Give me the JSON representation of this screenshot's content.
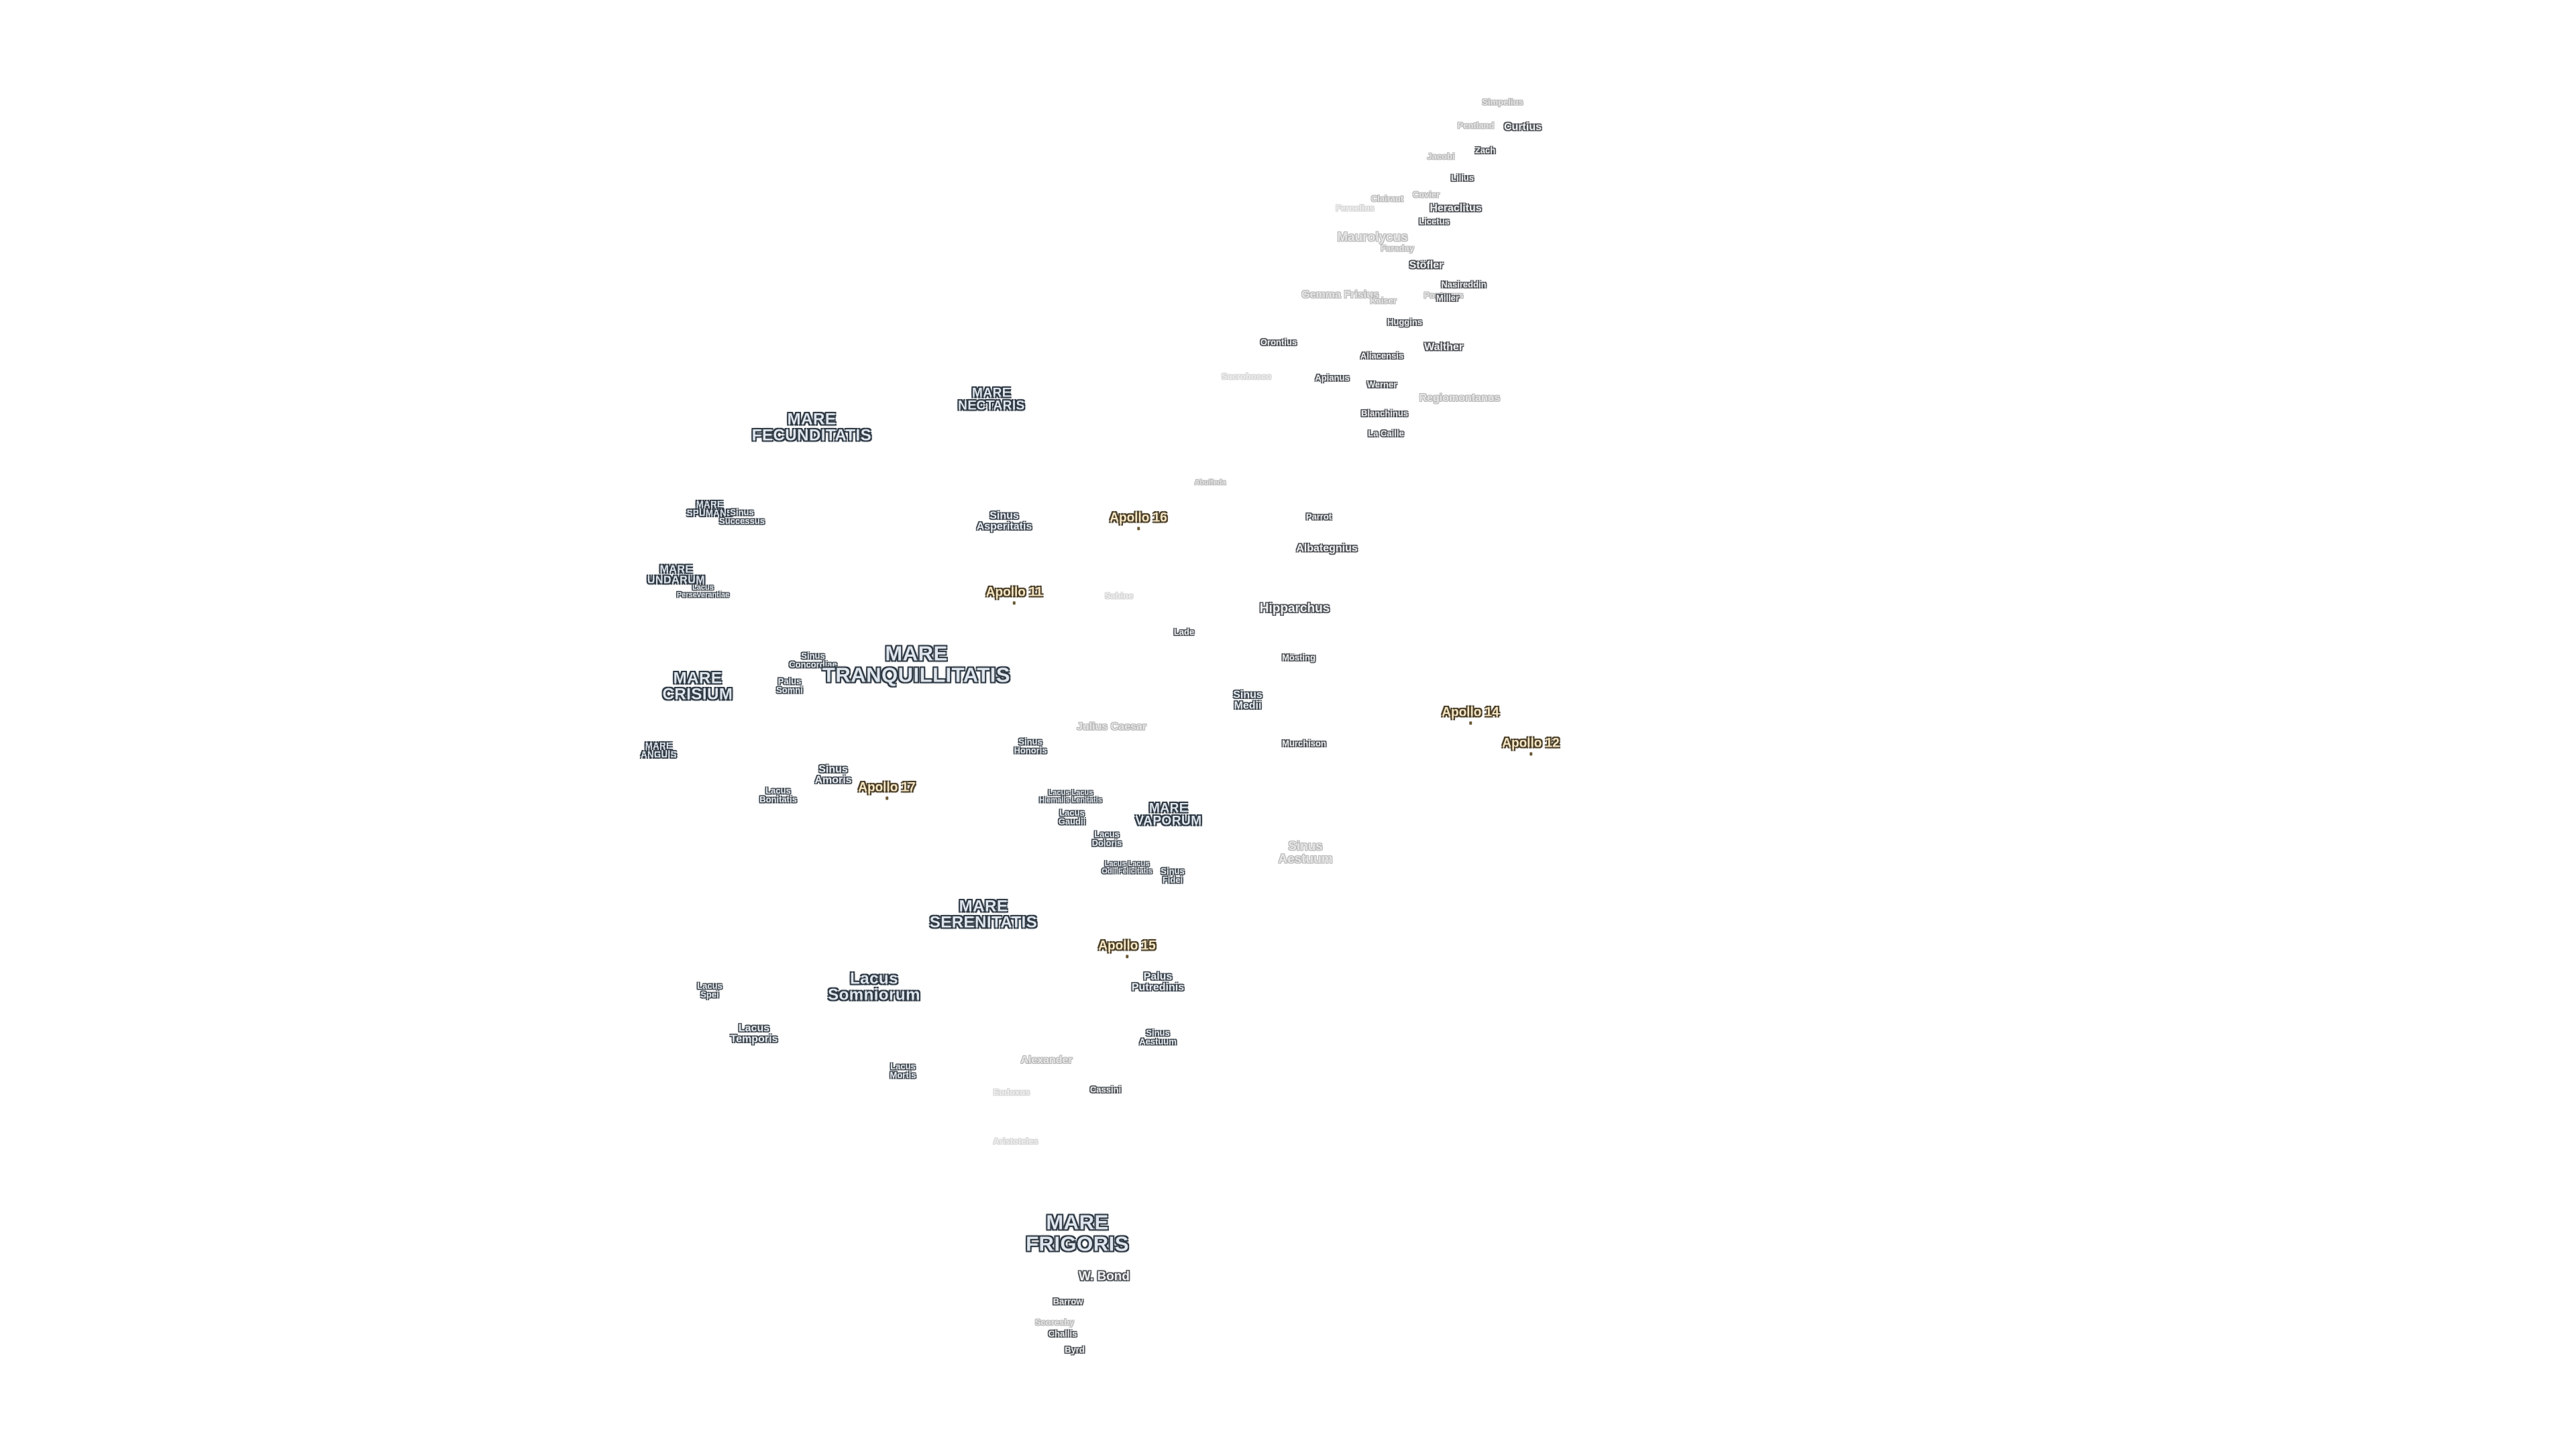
{
  "map": {
    "labels": [
      {
        "text": "Simpelius",
        "kind": "faded"
      },
      {
        "text": "Pentland",
        "kind": "faded"
      },
      {
        "text": "Curtius",
        "kind": "crater"
      },
      {
        "text": "Zach",
        "kind": "crater"
      },
      {
        "text": "Jacobi",
        "kind": "faded"
      },
      {
        "text": "Lilius",
        "kind": "crater"
      },
      {
        "text": "Cuvier",
        "kind": "faded"
      },
      {
        "text": "Clairaut",
        "kind": "faded"
      },
      {
        "text": "Heraclitus",
        "kind": "crater"
      },
      {
        "text": "Fernelius",
        "kind": "ghost"
      },
      {
        "text": "Licetus",
        "kind": "crater"
      },
      {
        "text": "Maurolycus",
        "kind": "faded"
      },
      {
        "text": "Faraday",
        "kind": "faded"
      },
      {
        "text": "Stöfler",
        "kind": "crater"
      },
      {
        "text": "Nasireddin",
        "kind": "crater"
      },
      {
        "text": "Gemma Frisius",
        "kind": "faded"
      },
      {
        "text": "Kaiser",
        "kind": "faded"
      },
      {
        "text": "Pontanus",
        "kind": "faded"
      },
      {
        "text": "Huggins",
        "kind": "crater"
      },
      {
        "text": "Miller",
        "kind": "crater"
      },
      {
        "text": "Orontius",
        "kind": "crater"
      },
      {
        "text": "Walther",
        "kind": "crater"
      },
      {
        "text": "Aliacensis",
        "kind": "crater"
      },
      {
        "text": "Sacrobosco",
        "kind": "ghost"
      },
      {
        "text": "Apianus",
        "kind": "crater"
      },
      {
        "text": "Werner",
        "kind": "crater"
      },
      {
        "text": "Regiomontanus",
        "kind": "faded"
      },
      {
        "text": "Blanchinus",
        "kind": "crater"
      },
      {
        "text": "La Caille",
        "kind": "crater"
      },
      {
        "text": "Abulfeda",
        "kind": "faded"
      },
      {
        "text": "MARE\nNECTARIS",
        "kind": "mare"
      },
      {
        "text": "MARE\nFECUNDITATIS",
        "kind": "mare"
      },
      {
        "text": "MARE\nSPUMANS",
        "kind": "mare"
      },
      {
        "text": "Sinus\nSuccessus",
        "kind": "feature"
      },
      {
        "text": "Sinus\nAsperitatis",
        "kind": "feature"
      },
      {
        "text": "Apollo 16",
        "kind": "apollo"
      },
      {
        "text": "Parrot",
        "kind": "crater"
      },
      {
        "text": "Albategnius",
        "kind": "crater"
      },
      {
        "text": "MARE\nUNDARUM",
        "kind": "mare"
      },
      {
        "text": "Lacus\nPerseverantiae",
        "kind": "feature"
      },
      {
        "text": "Apollo 11",
        "kind": "apollo"
      },
      {
        "text": "Sabine",
        "kind": "ghost"
      },
      {
        "text": "Hipparchus",
        "kind": "crater"
      },
      {
        "text": "Lade",
        "kind": "crater"
      },
      {
        "text": "Sinus\nConcordiae",
        "kind": "feature"
      },
      {
        "text": "MARE\nTRANQUILLITATIS",
        "kind": "mare"
      },
      {
        "text": "Mösting",
        "kind": "crater"
      },
      {
        "text": "MARE\nCRISIUM",
        "kind": "mare"
      },
      {
        "text": "Palus\nSomni",
        "kind": "feature"
      },
      {
        "text": "Sinus\nMedii",
        "kind": "feature"
      },
      {
        "text": "Apollo 14",
        "kind": "apollo"
      },
      {
        "text": "Julius Caesar",
        "kind": "faded"
      },
      {
        "text": "Sinus\nHonoris",
        "kind": "feature"
      },
      {
        "text": "Murchison",
        "kind": "crater"
      },
      {
        "text": "Apollo 12",
        "kind": "apollo"
      },
      {
        "text": "MARE\nANGUIS",
        "kind": "mare"
      },
      {
        "text": "Sinus\nAmoris",
        "kind": "feature"
      },
      {
        "text": "Apollo 17",
        "kind": "apollo"
      },
      {
        "text": "Lacus\nBonitatis",
        "kind": "feature"
      },
      {
        "text": "Lacus Lacus\nHiemalis Lenitatis",
        "kind": "feature"
      },
      {
        "text": "MARE\nVAPORUM",
        "kind": "mare"
      },
      {
        "text": "Lacus\nGaudii",
        "kind": "feature"
      },
      {
        "text": "Lacus\nDoloris",
        "kind": "feature"
      },
      {
        "text": "Sinus\nAestuum",
        "kind": "faded"
      },
      {
        "text": "Lacus Lacus\nOdii Felicitatis",
        "kind": "feature"
      },
      {
        "text": "Sinus\nFidei",
        "kind": "feature"
      },
      {
        "text": "MARE\nSERENITATIS",
        "kind": "mare"
      },
      {
        "text": "Apollo 15",
        "kind": "apollo"
      },
      {
        "text": "Lacus\nSomniorum",
        "kind": "mare"
      },
      {
        "text": "Palus\nPutredinis",
        "kind": "feature"
      },
      {
        "text": "Lacus\nSpei",
        "kind": "feature"
      },
      {
        "text": "Lacus\nTemporis",
        "kind": "feature"
      },
      {
        "text": "Sinus\nAestuum",
        "kind": "feature"
      },
      {
        "text": "Lacus\nMortis",
        "kind": "feature"
      },
      {
        "text": "Alexander",
        "kind": "faded"
      },
      {
        "text": "Cassini",
        "kind": "crater"
      },
      {
        "text": "Eudoxus",
        "kind": "ghost"
      },
      {
        "text": "Aristoteles",
        "kind": "ghost"
      },
      {
        "text": "MARE\nFRIGORIS",
        "kind": "mare"
      },
      {
        "text": "W. Bond",
        "kind": "crater"
      },
      {
        "text": "Barrow",
        "kind": "crater"
      },
      {
        "text": "Scoresby",
        "kind": "faded"
      },
      {
        "text": "Challis",
        "kind": "crater"
      },
      {
        "text": "Byrd",
        "kind": "crater"
      }
    ]
  }
}
